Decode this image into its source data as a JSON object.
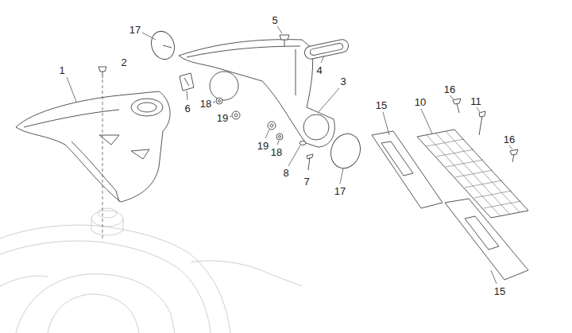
{
  "diagram": {
    "labels": [
      "17",
      "5",
      "4",
      "2",
      "1",
      "3",
      "6",
      "18",
      "19",
      "16",
      "11",
      "10",
      "16",
      "15",
      "19",
      "18",
      "8",
      "7",
      "17",
      "15"
    ]
  }
}
